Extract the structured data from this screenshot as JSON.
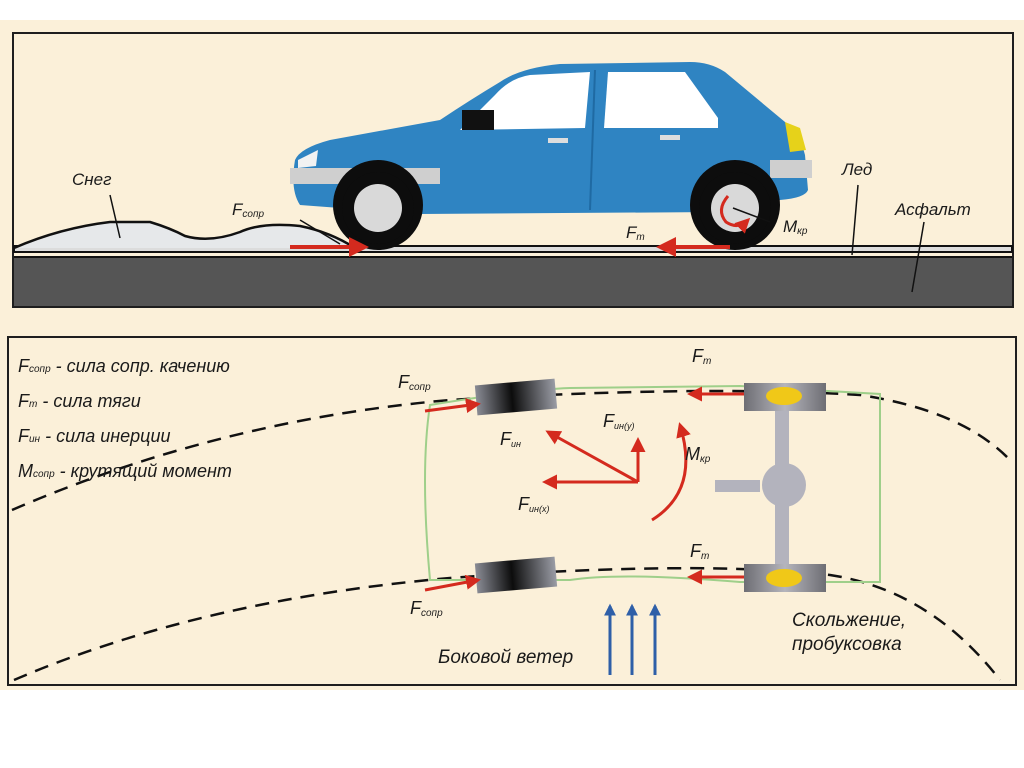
{
  "colors": {
    "background": "#fbf0d9",
    "panel_border": "#1e1e1e",
    "car_body": "#2f84c2",
    "car_window": "#ffffff",
    "tire": "#0d0d0d",
    "hub": "#d9d9d9",
    "bumper": "#cfcfcf",
    "snow": "#e6e8ea",
    "ice": "#dcdcdc",
    "asphalt": "#555555",
    "force_arrow": "#d42a1e",
    "wind_arrow": "#2e5fa8",
    "axle": "#b3b3bd",
    "rear_hub": "#f0c818",
    "body_outline": "#9fcf8a"
  },
  "top_panel": {
    "labels": {
      "snow": "Снег",
      "ice": "Лед",
      "asphalt": "Асфальт",
      "f_rolling": {
        "main": "F",
        "sub": "сопр"
      },
      "f_traction": {
        "main": "F",
        "sub": "т"
      },
      "m_torque": {
        "main": "M",
        "sub": "кр"
      }
    }
  },
  "bottom_panel": {
    "legend": [
      {
        "main": "F",
        "sub": "сопр",
        "text": " - сила сопр. качению"
      },
      {
        "main": "F",
        "sub": "т",
        "text": " - сила тяги"
      },
      {
        "main": "F",
        "sub": "ин",
        "text": " - сила инерции"
      },
      {
        "main": "M",
        "sub": "сопр",
        "text": " - крутящий момент"
      }
    ],
    "labels": {
      "f_rolling_top": {
        "main": "F",
        "sub": "сопр"
      },
      "f_rolling_bottom": {
        "main": "F",
        "sub": "сопр"
      },
      "f_traction_top": {
        "main": "F",
        "sub": "т"
      },
      "f_traction_bottom": {
        "main": "F",
        "sub": "т"
      },
      "f_inertia": {
        "main": "F",
        "sub": "ин"
      },
      "f_inertia_y": {
        "main": "F",
        "sub": "ин(у)"
      },
      "f_inertia_x": {
        "main": "F",
        "sub": "ин(х)"
      },
      "m_torque": {
        "main": "M",
        "sub": "кр"
      },
      "side_wind": "Боковой ветер",
      "slip_line1": "Скольжение,",
      "slip_line2": "пробуксовка"
    }
  }
}
